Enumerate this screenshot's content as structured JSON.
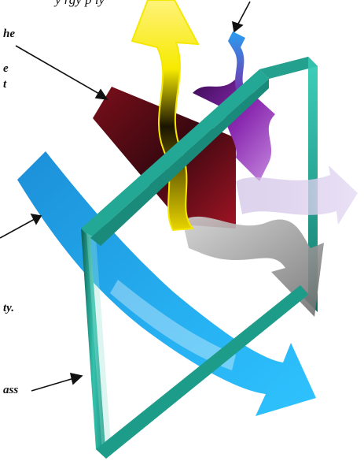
{
  "labels": {
    "top_caption": "y            rgy   p   ly",
    "frag_he": "he",
    "frag_e": "e",
    "frag_t": "t",
    "frag_y": "ty.",
    "frag_ass": "ass"
  },
  "colors": {
    "frame": "#2fb8a4",
    "frame_dark": "#0f6b5e",
    "visible_light": "#1fa8e8",
    "heat": "#8a1020",
    "uv": "#6a1a8a",
    "yellow": "#f2e600",
    "reflect": "#8a8a8a"
  }
}
